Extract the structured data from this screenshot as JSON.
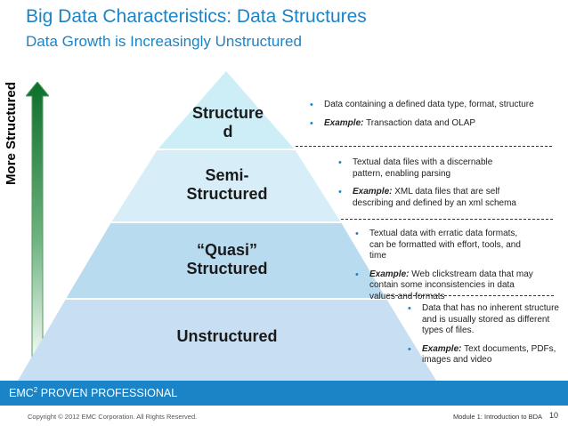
{
  "header": {
    "title": "Big Data Characteristics:  Data Structures",
    "subtitle": "Data Growth is Increasingly Unstructured"
  },
  "side_label": "More Structured",
  "colors": {
    "accent": "#1a84c7",
    "tier_top": "#cdeef7",
    "tier_2": "#d7eef8",
    "tier_3": "#b9dbf0",
    "tier_bottom": "#c8def2",
    "arrow_top": "#0c6e2a",
    "arrow_bottom": "#ffffff"
  },
  "tiers": [
    {
      "label_line1": "Structure",
      "label_line2": "d",
      "bullets": [
        {
          "text": "Data containing a defined data type, format, structure"
        },
        {
          "emphasis": "Example:",
          "text": " Transaction data and OLAP"
        }
      ]
    },
    {
      "label_line1": "Semi-",
      "label_line2": "Structured",
      "bullets": [
        {
          "text": "Textual data files with a discernable pattern, enabling parsing"
        },
        {
          "emphasis": "Example:",
          "text": " XML data files that are self describing and defined by an xml schema"
        }
      ]
    },
    {
      "label_line1": "“Quasi”",
      "label_line2": "Structured",
      "bullets": [
        {
          "text": "Textual data with erratic data formats, can be formatted with effort, tools, and time"
        },
        {
          "emphasis": "Example:",
          "text": "  Web clickstream data that may contain some inconsistencies in data values and formats"
        }
      ]
    },
    {
      "label_line1": "Unstructured",
      "label_line2": "",
      "bullets": [
        {
          "text": "Data that has no inherent structure and is usually stored as different types of files."
        },
        {
          "emphasis": "Example:",
          "text": " Text documents, PDFs, images and video"
        }
      ]
    }
  ],
  "footer": {
    "brand": "EMC",
    "brand_sup": "2",
    "brand_rest": " PROVEN PROFESSIONAL",
    "copyright": "Copyright © 2012 EMC Corporation. All Rights Reserved.",
    "module": "Module 1: Introduction to BDA",
    "page_number": "10"
  }
}
